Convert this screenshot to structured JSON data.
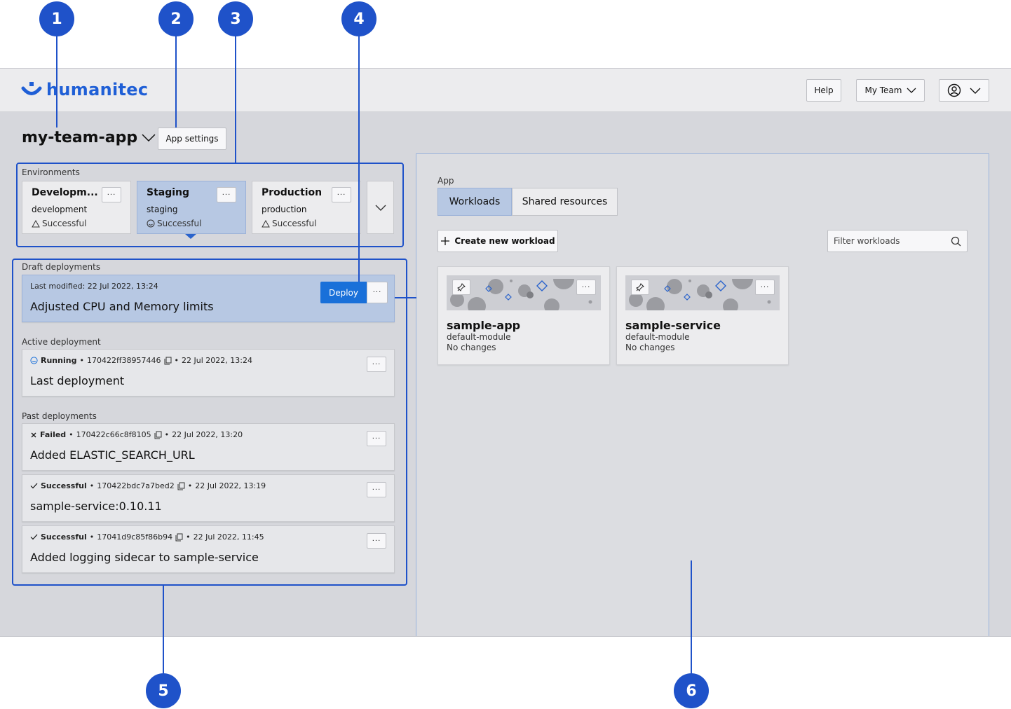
{
  "brand": {
    "name": "humanitec",
    "color": "#1f5fd6",
    "accent": "#1970d9",
    "callout": "#1f52c9"
  },
  "topbar": {
    "help_label": "Help",
    "team_label": "My Team",
    "user_icon": "user-circle-icon"
  },
  "app": {
    "title": "my-team-app",
    "settings_label": "App settings"
  },
  "environments": {
    "label": "Environments",
    "items": [
      {
        "name": "Developm...",
        "id": "development",
        "status": "Successful",
        "status_icon": "warning-triangle-icon"
      },
      {
        "name": "Staging",
        "id": "staging",
        "status": "Successful",
        "status_icon": "smile-icon"
      },
      {
        "name": "Production",
        "id": "production",
        "status": "Successful",
        "status_icon": "warning-triangle-icon"
      }
    ],
    "dots": "···"
  },
  "deployments": {
    "draft_label": "Draft deployments",
    "draft": {
      "meta": "Last modified: 22 Jul 2022, 13:24",
      "title": "Adjusted CPU and Memory limits",
      "deploy_label": "Deploy"
    },
    "active_label": "Active deployment",
    "active": {
      "status": "Running",
      "id": "170422ff38957446",
      "time": "22 Jul 2022, 13:24",
      "title": "Last deployment"
    },
    "past_label": "Past deployments",
    "past": [
      {
        "status": "Failed",
        "id": "170422c66c8f8105",
        "time": "22 Jul 2022, 13:20",
        "title": "Added ELASTIC_SEARCH_URL"
      },
      {
        "status": "Successful",
        "id": "170422bdc7a7bed2",
        "time": "22 Jul 2022, 13:19",
        "title": "sample-service:0.10.11"
      },
      {
        "status": "Successful",
        "id": "17041d9c85f86b94",
        "time": "22 Jul 2022, 11:45",
        "title": "Added logging sidecar to sample-service"
      }
    ],
    "bullet": "•"
  },
  "panel": {
    "label": "App",
    "tabs": [
      {
        "label": "Workloads"
      },
      {
        "label": "Shared resources"
      }
    ],
    "create_label": "Create new workload",
    "filter_placeholder": "Filter workloads",
    "workloads": [
      {
        "name": "sample-app",
        "module": "default-module",
        "changes": "No changes"
      },
      {
        "name": "sample-service",
        "module": "default-module",
        "changes": "No changes"
      }
    ]
  },
  "callouts": [
    "1",
    "2",
    "3",
    "4",
    "5",
    "6"
  ]
}
